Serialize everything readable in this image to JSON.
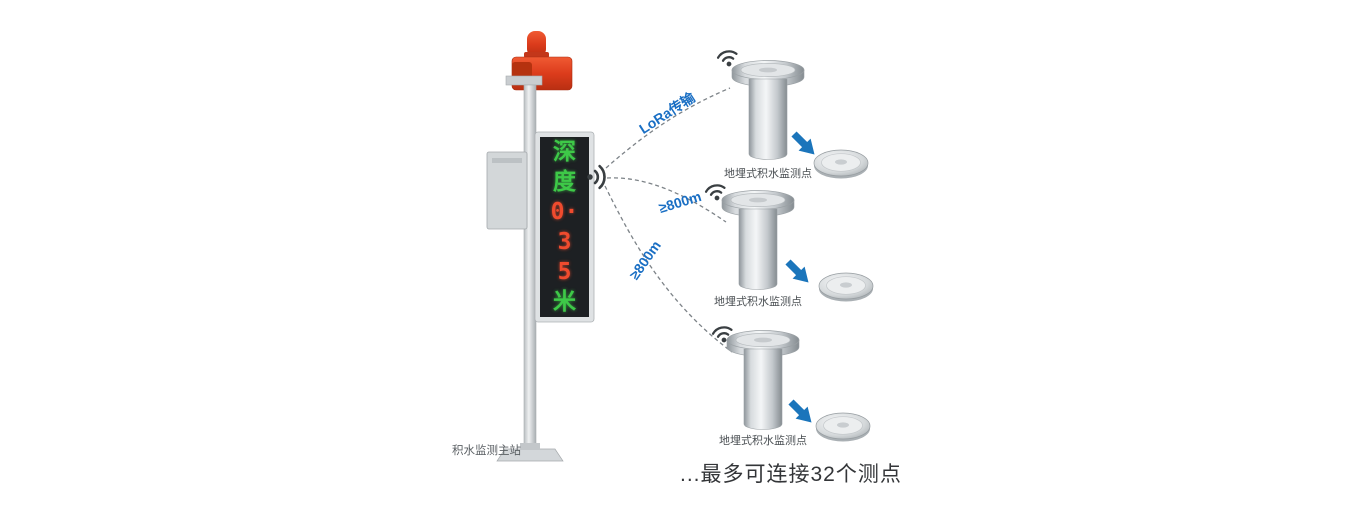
{
  "diagram": {
    "main_station": {
      "label": "积水监测主站",
      "display_chars": [
        {
          "t": "深"
        },
        {
          "t": "度"
        },
        {
          "t": "0·"
        },
        {
          "t": "3"
        },
        {
          "t": "5"
        },
        {
          "t": "米"
        }
      ]
    },
    "links": [
      {
        "label": "LoRa传输"
      },
      {
        "label": "≥800m"
      },
      {
        "label": "≥800m"
      }
    ],
    "sensors": [
      {
        "label": "地埋式积水监测点"
      },
      {
        "label": "地埋式积水监测点"
      },
      {
        "label": "地埋式积水监测点"
      }
    ],
    "footnote": "...最多可连接32个测点",
    "icons": {
      "transmitter": "wifi-signal-icon",
      "sensor_signal": "wifi-icon",
      "flow": "arrow-right-down-icon"
    },
    "colors": {
      "link_label_blue": "#1a6fc4",
      "arrow_blue": "#1b75bb",
      "alarm_red": "#dc3c1c",
      "led_green": "#3ec948",
      "led_red": "#ef4b2e",
      "display_bg": "#1d2023",
      "steel_gray": "#c3c8cc"
    }
  }
}
